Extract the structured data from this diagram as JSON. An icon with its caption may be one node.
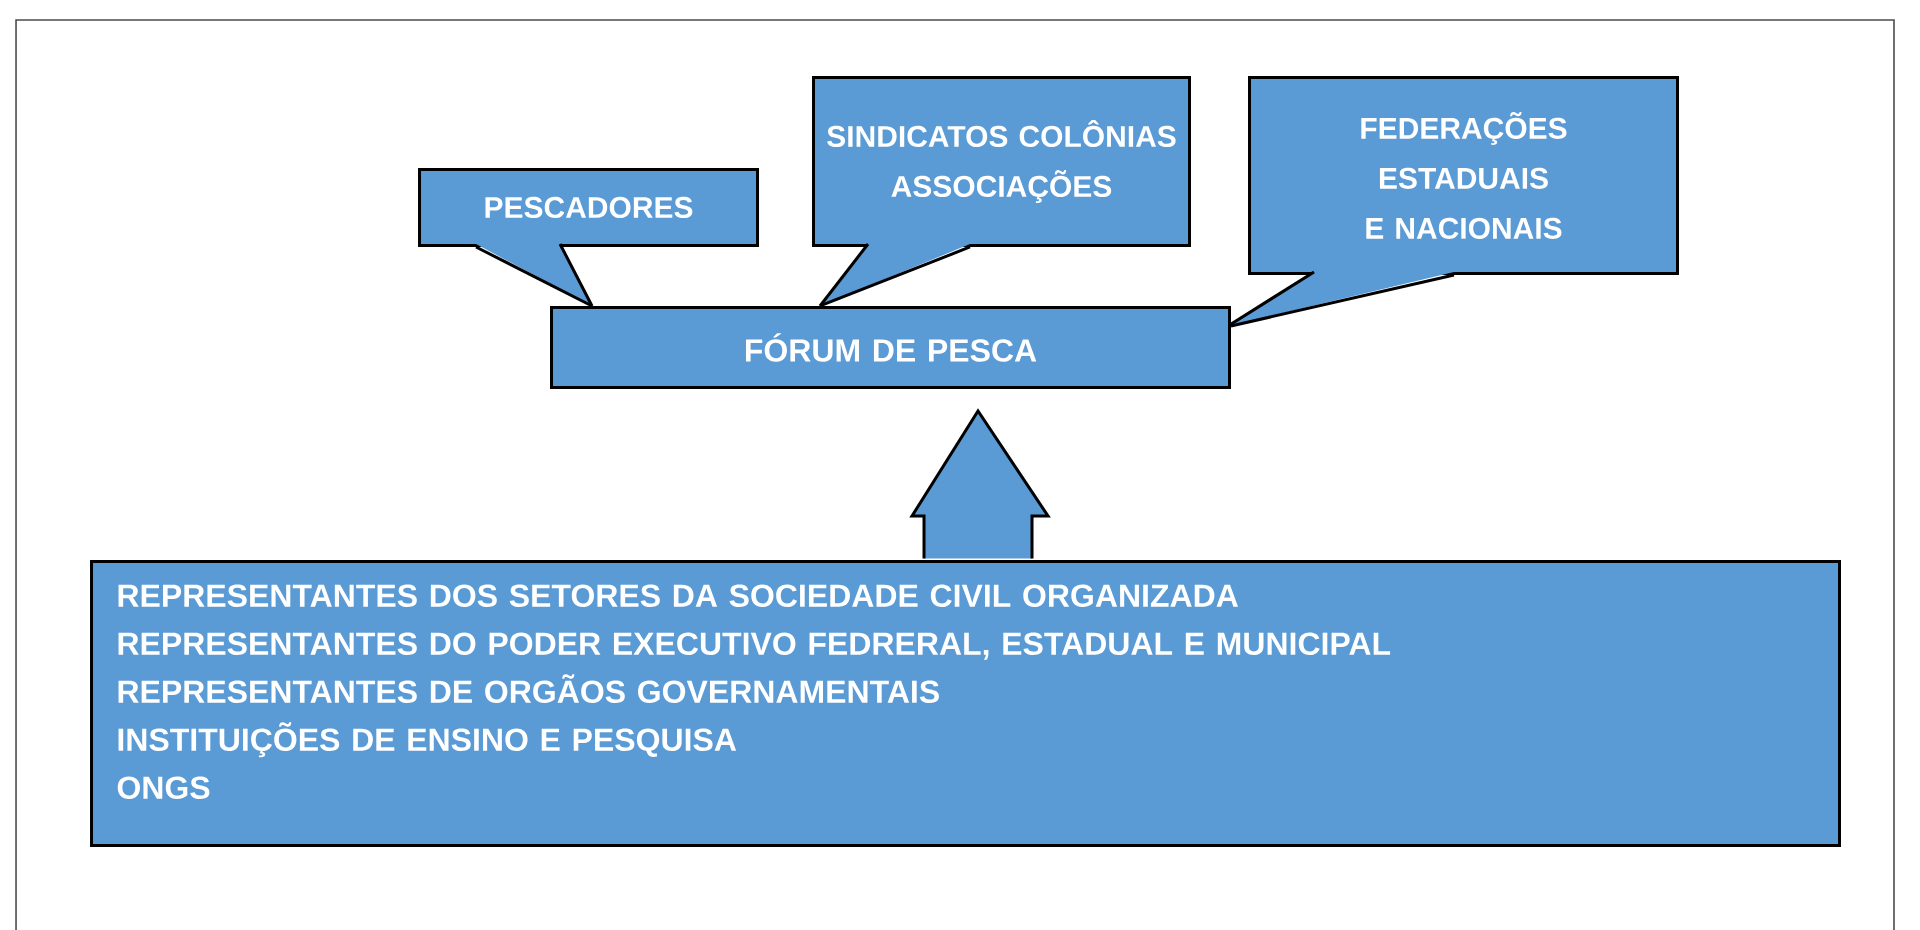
{
  "diagram": {
    "nodes": [
      {
        "text": [
          "PESCADORES"
        ]
      },
      {
        "text": [
          "SINDICATOS COLÔNIAS ASSOCIAÇÕES"
        ]
      },
      {
        "text": [
          "FEDERAÇÕES ESTADUAIS E NACIONAIS"
        ]
      },
      {
        "text": [
          "FÓRUM DE PESCA"
        ]
      },
      {
        "text": [
          "REPRESENTANTES DOS SETORES DA SOCIEDADE CIVIL ORGANIZADA",
          "REPRESENTANTES DO PODER EXECUTIVO FEDRERAL, ESTADUAL E MUNICIPAL",
          "REPRESENTANTES DE ORGÃOS GOVERNAMENTAIS",
          "INSTITUIÇÕES DE ENSINO E PESQUISA",
          "ONGS"
        ]
      }
    ],
    "edges": [
      {
        "from": 0,
        "to": 3,
        "arrow": "none"
      },
      {
        "from": 1,
        "to": 3,
        "arrow": "none"
      },
      {
        "from": 2,
        "to": 3,
        "arrow": "none"
      },
      {
        "from": 4,
        "to": 3,
        "arrow": "to"
      }
    ]
  }
}
